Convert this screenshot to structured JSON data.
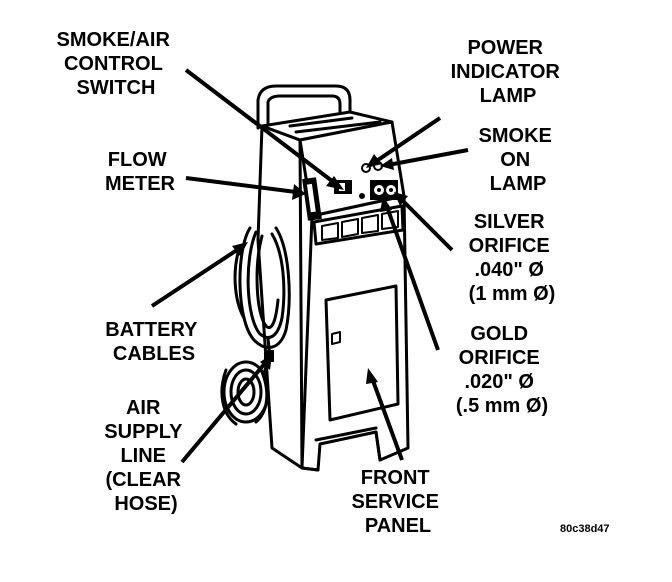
{
  "labels": {
    "smoke_air_switch": [
      "SMOKE/AIR",
      "CONTROL",
      "SWITCH"
    ],
    "power_lamp": [
      "POWER",
      "INDICATOR",
      "LAMP"
    ],
    "smoke_on_lamp": [
      "SMOKE",
      "ON",
      "LAMP"
    ],
    "flow_meter": [
      "FLOW",
      "METER"
    ],
    "silver_orifice": [
      "SILVER",
      "ORIFICE",
      ".040\" Ø",
      "(1 mm Ø)"
    ],
    "gold_orifice": [
      "GOLD",
      "ORIFICE",
      ".020\" Ø",
      "(.5 mm Ø)"
    ],
    "battery_cables": [
      "BATTERY",
      "CABLES"
    ],
    "air_supply_line": [
      "AIR",
      "SUPPLY",
      "LINE",
      "(CLEAR",
      "HOSE)"
    ],
    "front_service_panel": [
      "FRONT",
      "SERVICE",
      "PANEL"
    ]
  },
  "figure_id": "80c38d47",
  "colors": {
    "ink": "#000000",
    "paper": "#ffffff"
  }
}
